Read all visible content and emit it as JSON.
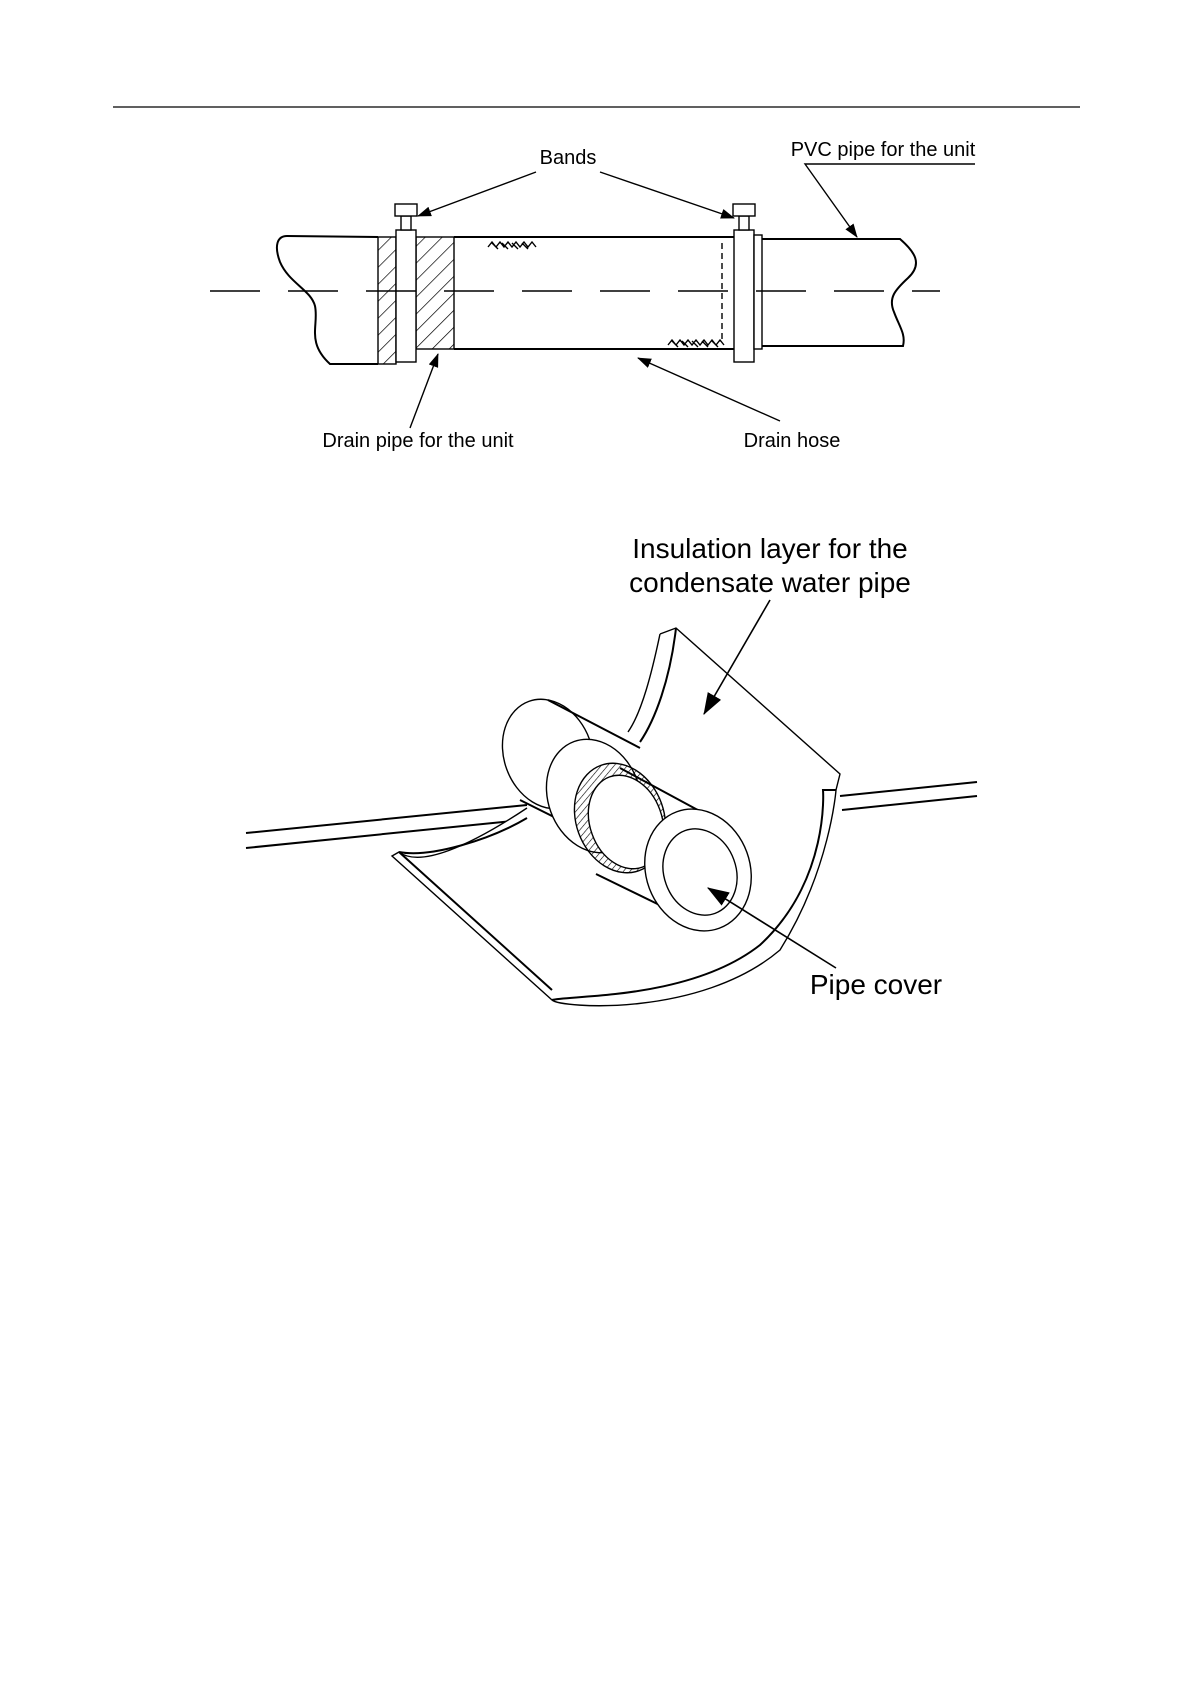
{
  "figure1": {
    "labels": {
      "bands": "Bands",
      "pvc_pipe": "PVC pipe for the unit",
      "drain_pipe": "Drain pipe for the unit",
      "drain_hose": "Drain hose"
    }
  },
  "figure2": {
    "labels": {
      "insulation_line1": "Insulation layer for the",
      "insulation_line2": "condensate water pipe",
      "pipe_cover": "Pipe cover"
    }
  }
}
